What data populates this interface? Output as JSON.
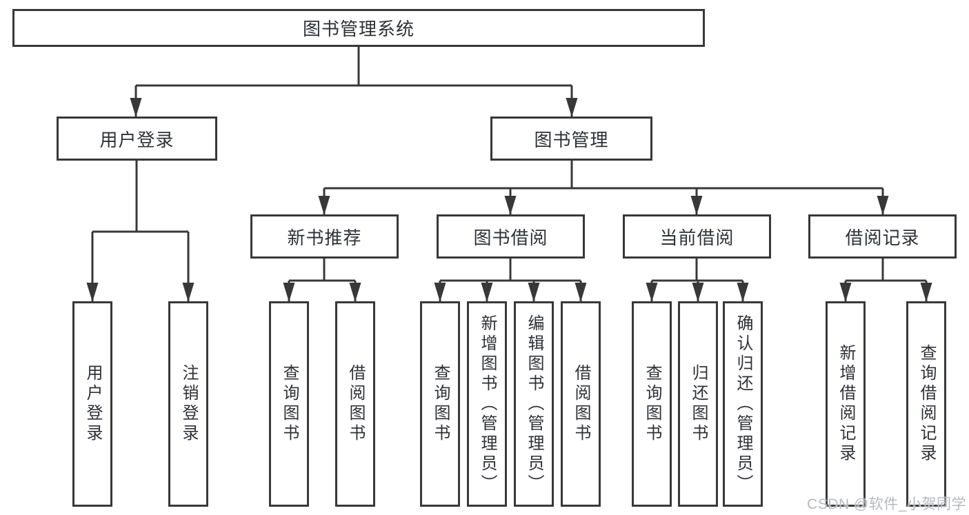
{
  "diagram": {
    "root": "图书管理系统",
    "level2": {
      "user_login": "用户登录",
      "book_mgmt": "图书管理"
    },
    "level3": {
      "new_books": "新书推荐",
      "book_borrow": "图书借阅",
      "current_borrow": "当前借阅",
      "borrow_records": "借阅记录"
    },
    "leaves": {
      "user_login": [
        "用户登录",
        "注销登录"
      ],
      "new_books": [
        "查询图书",
        "借阅图书"
      ],
      "book_borrow": [
        "查询图书",
        "新增图书（管理员）",
        "编辑图书（管理员）",
        "借阅图书"
      ],
      "current_borrow": [
        "查询图书",
        "归还图书",
        "确认归还（管理员）"
      ],
      "borrow_records": [
        "新增借阅记录",
        "查询借阅记录"
      ]
    }
  },
  "watermark": "CSDN @软件_小贺同学",
  "colors": {
    "line": "#383838",
    "text": "#2e3136",
    "watermark": "#b5b9bf",
    "background": "#ffffff"
  }
}
